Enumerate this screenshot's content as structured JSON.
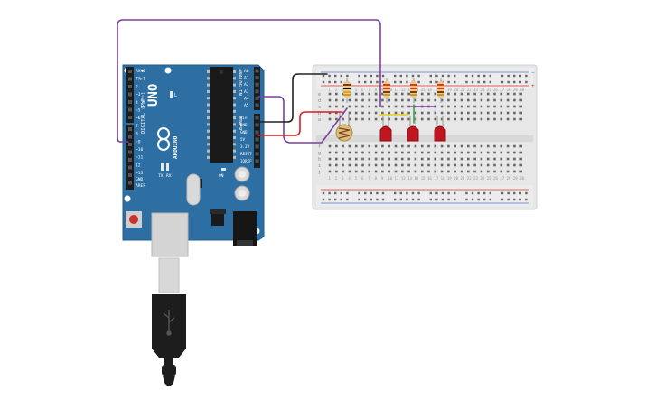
{
  "arduino": {
    "model": "UNO",
    "brand": "ARDUINO",
    "digital_label": "DIGITAL (PWM~)",
    "analog_label": "ANALOG IN",
    "power_label": "POWER",
    "aref_label": "AREF",
    "gnd_label": "GND",
    "tx_label": "TX",
    "rx_label": "RX",
    "l_label": "L",
    "on_label": "ON",
    "digital_pins": [
      "~13",
      "12",
      "~11",
      "~10",
      "~9",
      "8",
      "7",
      "~6",
      "~5",
      "4",
      "~3",
      "2",
      "TX▶1",
      "RX◀0"
    ],
    "analog_pins": [
      "A0",
      "A1",
      "A2",
      "A3",
      "A4",
      "A5"
    ],
    "power_pins": [
      "IOREF",
      "RESET",
      "3.3V",
      "5V",
      "GND",
      "GND",
      "Vin"
    ]
  },
  "breadboard": {
    "columns": 30,
    "row_letters_top": [
      "a",
      "b",
      "c",
      "d",
      "e"
    ],
    "row_letters_bottom": [
      "f",
      "g",
      "h",
      "i",
      "j"
    ],
    "plus": "+",
    "minus": "−"
  },
  "components": {
    "resistor_count": 4,
    "led_count": 3,
    "led_color": "#c0161f",
    "photoresistor": "photoresistor"
  },
  "wires": {
    "purple": "#7b3f9e",
    "black": "#222222",
    "red": "#d61f1f",
    "yellow": "#e8d21a",
    "green": "#3fa34d"
  },
  "colors": {
    "board_blue": "#2d6fa3",
    "breadboard": "#e9e9e9"
  }
}
